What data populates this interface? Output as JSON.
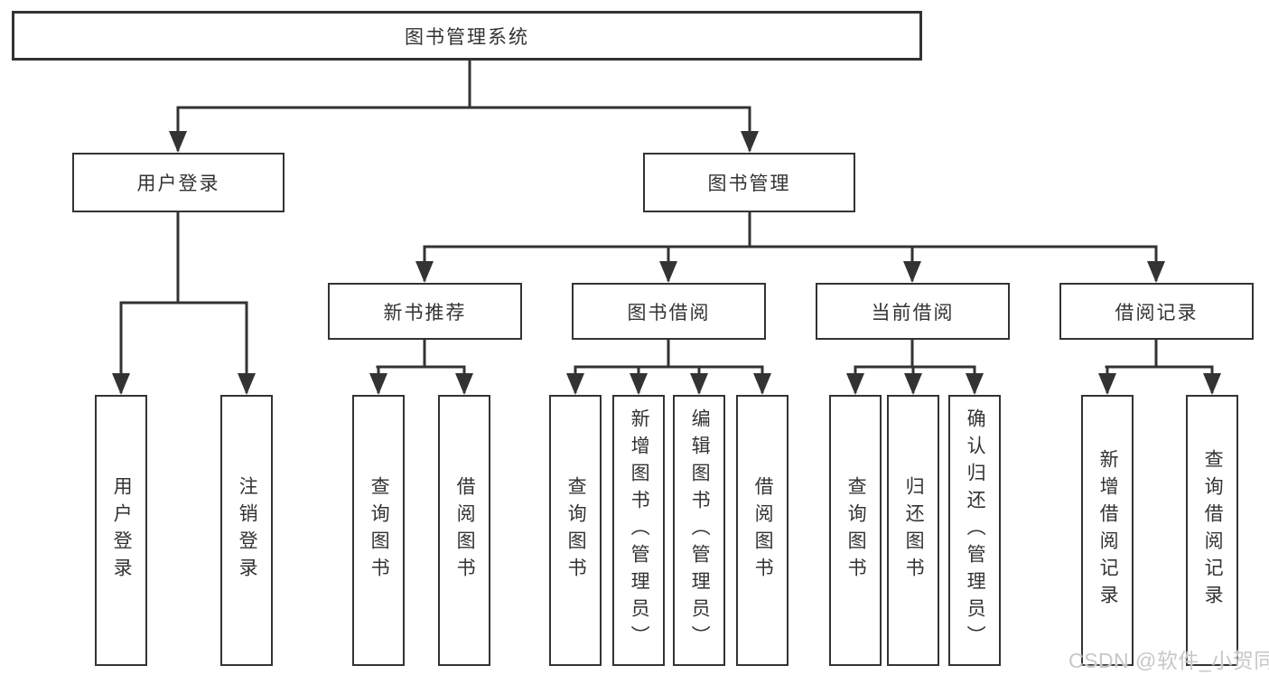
{
  "diagram": {
    "root": {
      "label": "图书管理系统"
    },
    "branches": [
      {
        "label": "用户登录",
        "children": [
          {
            "label": "用户登录"
          },
          {
            "label": "注销登录"
          }
        ]
      },
      {
        "label": "图书管理",
        "sections": [
          {
            "label": "新书推荐",
            "children": [
              {
                "label": "查询图书"
              },
              {
                "label": "借阅图书"
              }
            ]
          },
          {
            "label": "图书借阅",
            "children": [
              {
                "label": "查询图书"
              },
              {
                "label": "新增图书（管理员）"
              },
              {
                "label": "编辑图书（管理员）"
              },
              {
                "label": "借阅图书"
              }
            ]
          },
          {
            "label": "当前借阅",
            "children": [
              {
                "label": "查询图书"
              },
              {
                "label": "归还图书"
              },
              {
                "label": "确认归还（管理员）"
              }
            ]
          },
          {
            "label": "借阅记录",
            "children": [
              {
                "label": "新增借阅记录"
              },
              {
                "label": "查询借阅记录"
              }
            ]
          }
        ]
      }
    ]
  },
  "watermark": {
    "text": "CSDN @软件_小贺同学"
  },
  "colors": {
    "line": "#333333",
    "box_border": "#333333",
    "box_fill": "#ffffff",
    "text": "#333333",
    "watermark": "#c8c8c8",
    "background": "#ffffff"
  }
}
